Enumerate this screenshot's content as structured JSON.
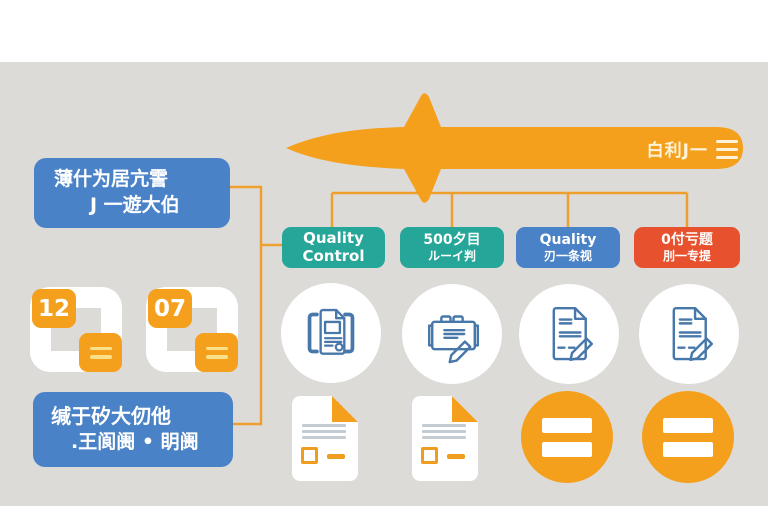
{
  "arrow": {
    "label": "白利J一",
    "direction": "left",
    "menu_icon": "menu-icon"
  },
  "boxes": {
    "top_left": {
      "line1": "薄什为居亢霅",
      "line2": "J 一遊大伯"
    },
    "bottom_left": {
      "line1": "缄于矽大仞他",
      "line2": ".王阆阓 • 眀阓"
    }
  },
  "stages": [
    {
      "line1": "Quality",
      "line2": "Control",
      "color": "#26a699"
    },
    {
      "line1": "500夕目",
      "line2": "ルーイ判",
      "color": "#26a699"
    },
    {
      "line1": "Quality",
      "line2": "刃一条视",
      "color": "#4a82c8"
    },
    {
      "line1": "0付亏题",
      "line2": "刖一专提",
      "color": "#e8512e"
    }
  ],
  "calendars": [
    {
      "number": "12",
      "icon": "equals-icon"
    },
    {
      "number": "07",
      "icon": "equals-icon"
    }
  ],
  "icons": {
    "circle_icons": [
      "document-brackets-icon",
      "briefcase-edit-icon",
      "document-edit-icon",
      "document-edit-icon"
    ],
    "bottom_icons": [
      "document-fold-icon",
      "document-fold-icon",
      "equals-circle-icon",
      "equals-circle-icon"
    ]
  },
  "colors": {
    "background_panel": "#dcdbd8",
    "orange": "#f5a01d",
    "teal": "#26a699",
    "blue": "#4a82c8",
    "red": "#e8512e",
    "icon_stroke_blue": "#4878aa",
    "connector": "#ef9f2e",
    "light_yellow": "#fbe08a"
  }
}
